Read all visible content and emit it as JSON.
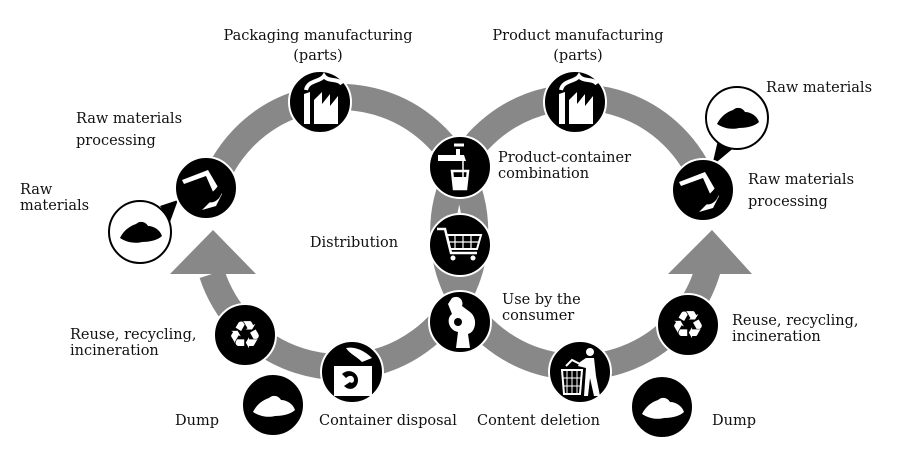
{
  "colors": {
    "band": "#888888",
    "icon_bg": "#000000",
    "icon_fg": "#ffffff"
  },
  "labels": {
    "packaging_manufacturing": [
      "Packaging manufacturing",
      "(parts)"
    ],
    "product_manufacturing": [
      "Product manufacturing",
      "(parts)"
    ],
    "raw_materials_right": "Raw materials",
    "raw_materials_processing_left": [
      "Raw materials",
      "processing"
    ],
    "raw_materials_left": [
      "Raw",
      "materials"
    ],
    "product_container_combination": [
      "Product-container",
      "combination"
    ],
    "distribution": "Distribution",
    "raw_materials_processing_right": [
      "Raw materials",
      "processing"
    ],
    "use_by_consumer": [
      "Use by the",
      "consumer"
    ],
    "reuse_left": [
      "Reuse, recycling,",
      "incineration"
    ],
    "reuse_right": [
      "Reuse, recycling,",
      "incineration"
    ],
    "dump_left": "Dump",
    "container_disposal": "Container disposal",
    "content_deletion": "Content deletion",
    "dump_right": "Dump"
  },
  "icons": [
    "factory-icon",
    "excavator-icon",
    "raw-material-icon",
    "recycling-icon",
    "dump-icon",
    "container-disposal-icon",
    "tap-glass-icon",
    "shopping-cart-icon",
    "drinking-person-icon",
    "trash-bin-icon"
  ]
}
